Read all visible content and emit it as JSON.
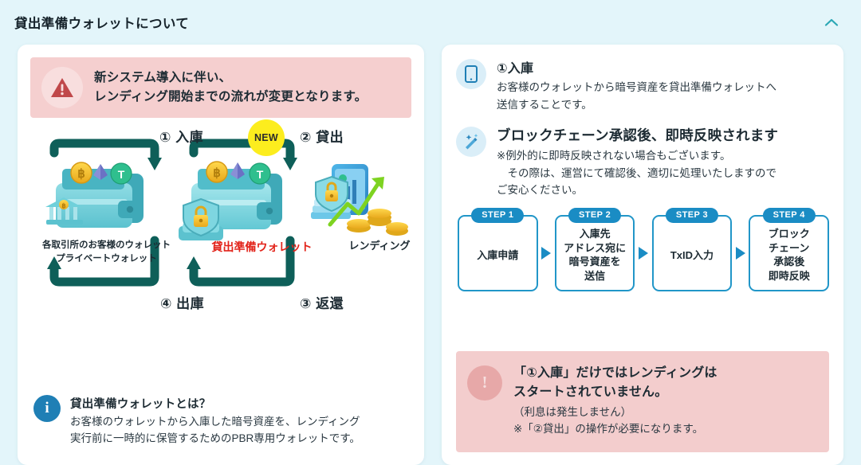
{
  "header": {
    "title": "貸出準備ウォレットについて",
    "collapse_icon": "chevron-up-icon",
    "accent_color": "#2ba7b5"
  },
  "left_card": {
    "notice": {
      "icon": "warning-triangle-icon",
      "line1": "新システム導入に伴い、",
      "line2": "レンディング開始までの流れが変更となります。"
    },
    "diagram": {
      "new_badge": "NEW",
      "flow_labels": {
        "in": "① 入庫",
        "lend": "② 貸出",
        "out": "④ 出庫",
        "return": "③ 返還"
      },
      "captions": {
        "left": "各取引所のお客様のウォレット\nプライベートウォレット",
        "center": "貸出準備ウォレット",
        "right": "レンディング"
      },
      "caption_center_color": "#e2231a",
      "arrow_color": "#0e5f59"
    },
    "info": {
      "icon": "info-circle-icon",
      "icon_glyph": "i",
      "title": "貸出準備ウォレットとは？",
      "body": "お客様のウォレットから入庫した暗号資産を、レンディング\n実行前に一時的に保管するためのPBR専用ウォレットです。"
    }
  },
  "right_card": {
    "sections": [
      {
        "icon": "smartphone-icon",
        "title": "①入庫",
        "title_size": "small",
        "body": "お客様のウォレットから暗号資産を貸出準備ウォレットへ\n送信することです。"
      },
      {
        "icon": "magic-wand-icon",
        "title": "ブロックチェーン承認後、即時反映されます",
        "title_size": "large",
        "body": "※例外的に即時反映されない場合もございます。\n　その際は、運営にて確認後、適切に処理いたしますので\nご安心ください。"
      }
    ],
    "steps": [
      {
        "badge": "STEP 1",
        "text": "入庫申請"
      },
      {
        "badge": "STEP 2",
        "text": "入庫先\nアドレス宛に\n暗号資産を\n送信"
      },
      {
        "badge": "STEP 3",
        "text": "TxID入力"
      },
      {
        "badge": "STEP 4",
        "text": "ブロック\nチェーン\n承認後\n即時反映"
      }
    ],
    "step_accent_color": "#1a8cc4",
    "alert": {
      "icon": "exclamation-circle-icon",
      "icon_glyph": "!",
      "heading": "「①入庫」だけではレンディングは\nスタートされていません。",
      "sub": "（利息は発生しません）\n※「②貸出」の操作が必要になります。"
    }
  }
}
